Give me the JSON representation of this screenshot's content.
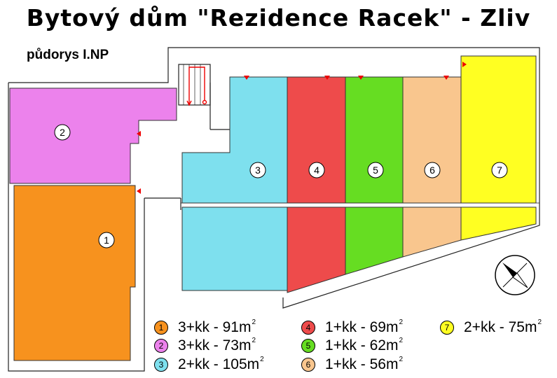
{
  "header": {
    "title": "Bytový dům \"Rezidence Racek\" - Zliv",
    "subtitle": "půdorys I.NP"
  },
  "units": [
    {
      "number": "1",
      "type": "3+kk",
      "area": "91",
      "color": "#f7921e"
    },
    {
      "number": "2",
      "type": "3+kk",
      "area": "73",
      "color": "#ec82ec"
    },
    {
      "number": "3",
      "type": "2+kk",
      "area": "105",
      "color": "#7ee0ee"
    },
    {
      "number": "4",
      "type": "1+kk",
      "area": "69",
      "color": "#ee4b4b"
    },
    {
      "number": "5",
      "type": "1+kk",
      "area": "62",
      "color": "#66dd22"
    },
    {
      "number": "6",
      "type": "1+kk",
      "area": "56",
      "color": "#f9c68e"
    },
    {
      "number": "7",
      "type": "2+kk",
      "area": "75",
      "color": "#ffff22"
    }
  ],
  "legend": {
    "separator": " - ",
    "unit_suffix": "m",
    "unit_power": "2"
  },
  "icons": {
    "compass": "compass-rose-icon",
    "entrance": "entrance-arrow-icon"
  }
}
